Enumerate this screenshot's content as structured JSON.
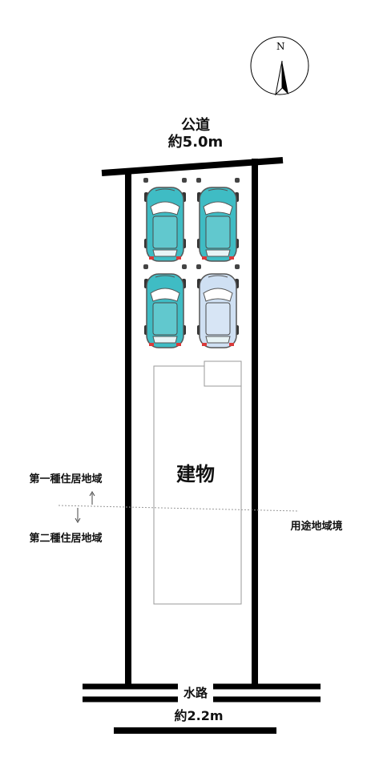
{
  "road": {
    "label": "公道",
    "width": "約5.0m"
  },
  "compass": {
    "north_label": "N"
  },
  "building": {
    "label": "建物"
  },
  "zoning": {
    "upper_zone": "第一種住居地域",
    "lower_zone": "第二種住居地域",
    "boundary_label": "用途地域境"
  },
  "waterway": {
    "label": "水路",
    "width": "約2.2m"
  },
  "parking": {
    "cars": [
      {
        "color": "#3fbcc4"
      },
      {
        "color": "#3fbcc4"
      },
      {
        "color": "#3fbcc4"
      },
      {
        "color": "#cfe0f3"
      }
    ]
  },
  "colors": {
    "line": "#000000",
    "car_teal": "#3fbcc4",
    "car_silver": "#cfe0f3"
  }
}
